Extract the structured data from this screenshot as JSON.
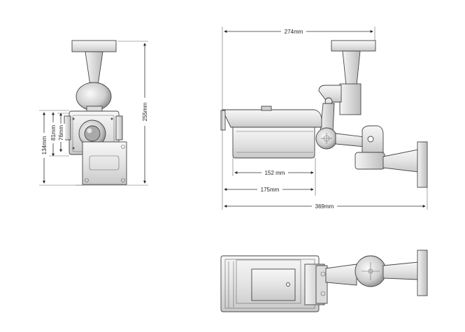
{
  "dimensions": {
    "front": {
      "overall_height": "255mm",
      "h_134": "134mm",
      "h_81": "81mm",
      "h_76": "76mm"
    },
    "side": {
      "overall_top": "274mm",
      "d_152": "152 mm",
      "d_175": "175mm",
      "d_369": "369mm"
    }
  },
  "colors": {
    "line": "#333333",
    "fill_light": "#f2f2f2",
    "fill_mid": "#e0e0e0",
    "fill_dark": "#c8c8c8"
  }
}
